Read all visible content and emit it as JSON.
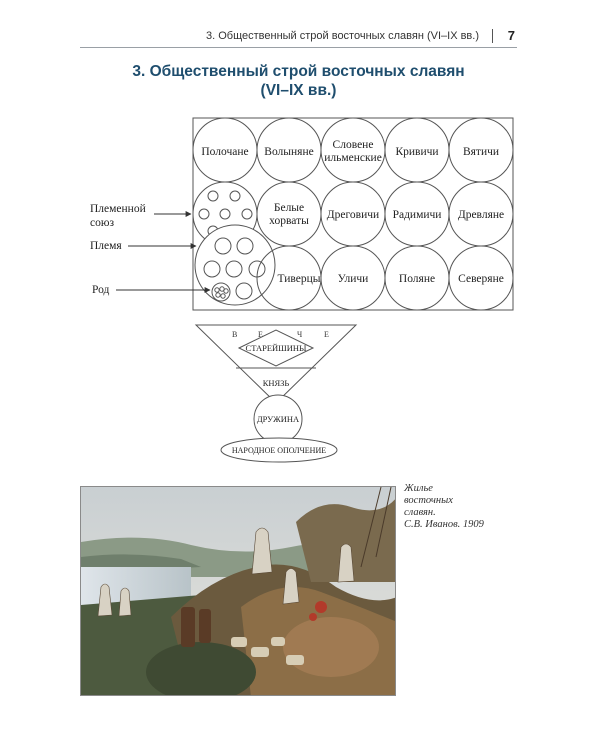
{
  "header": {
    "running_title": "3. Общественный строй восточных славян (VI–IX вв.)",
    "page_number": "7"
  },
  "title": {
    "line1": "3. Общественный строй восточных славян",
    "line2": "(VI–IX вв.)"
  },
  "tribes": {
    "row1": [
      "Полочане",
      "Волыняне",
      "Словене ильменские",
      "Кривичи",
      "Вятичи"
    ],
    "row2": [
      "Белые хорваты",
      "Дреговичи",
      "Радимичи",
      "Древляне"
    ],
    "row3": [
      "Тиверцы",
      "Уличи",
      "Поляне",
      "Северяне"
    ]
  },
  "labels": {
    "union_line1": "Племенной",
    "union_line2": "союз",
    "tribe": "Племя",
    "clan": "Род"
  },
  "power": {
    "veche": [
      "В",
      "Е",
      "Ч",
      "Е"
    ],
    "elders": "СТАРЕЙШИНЫ",
    "prince": "КНЯЗЬ",
    "retinue": "ДРУЖИНА",
    "militia": "НАРОДНОЕ ОПОЛЧЕНИЕ"
  },
  "illustration": {
    "caption_line1": "Жилье",
    "caption_line2": "восточных",
    "caption_line3": "славян.",
    "caption_line4": "С.В. Иванов. 1909"
  },
  "colors": {
    "title": "#1f4e6e",
    "stroke": "#555555"
  }
}
